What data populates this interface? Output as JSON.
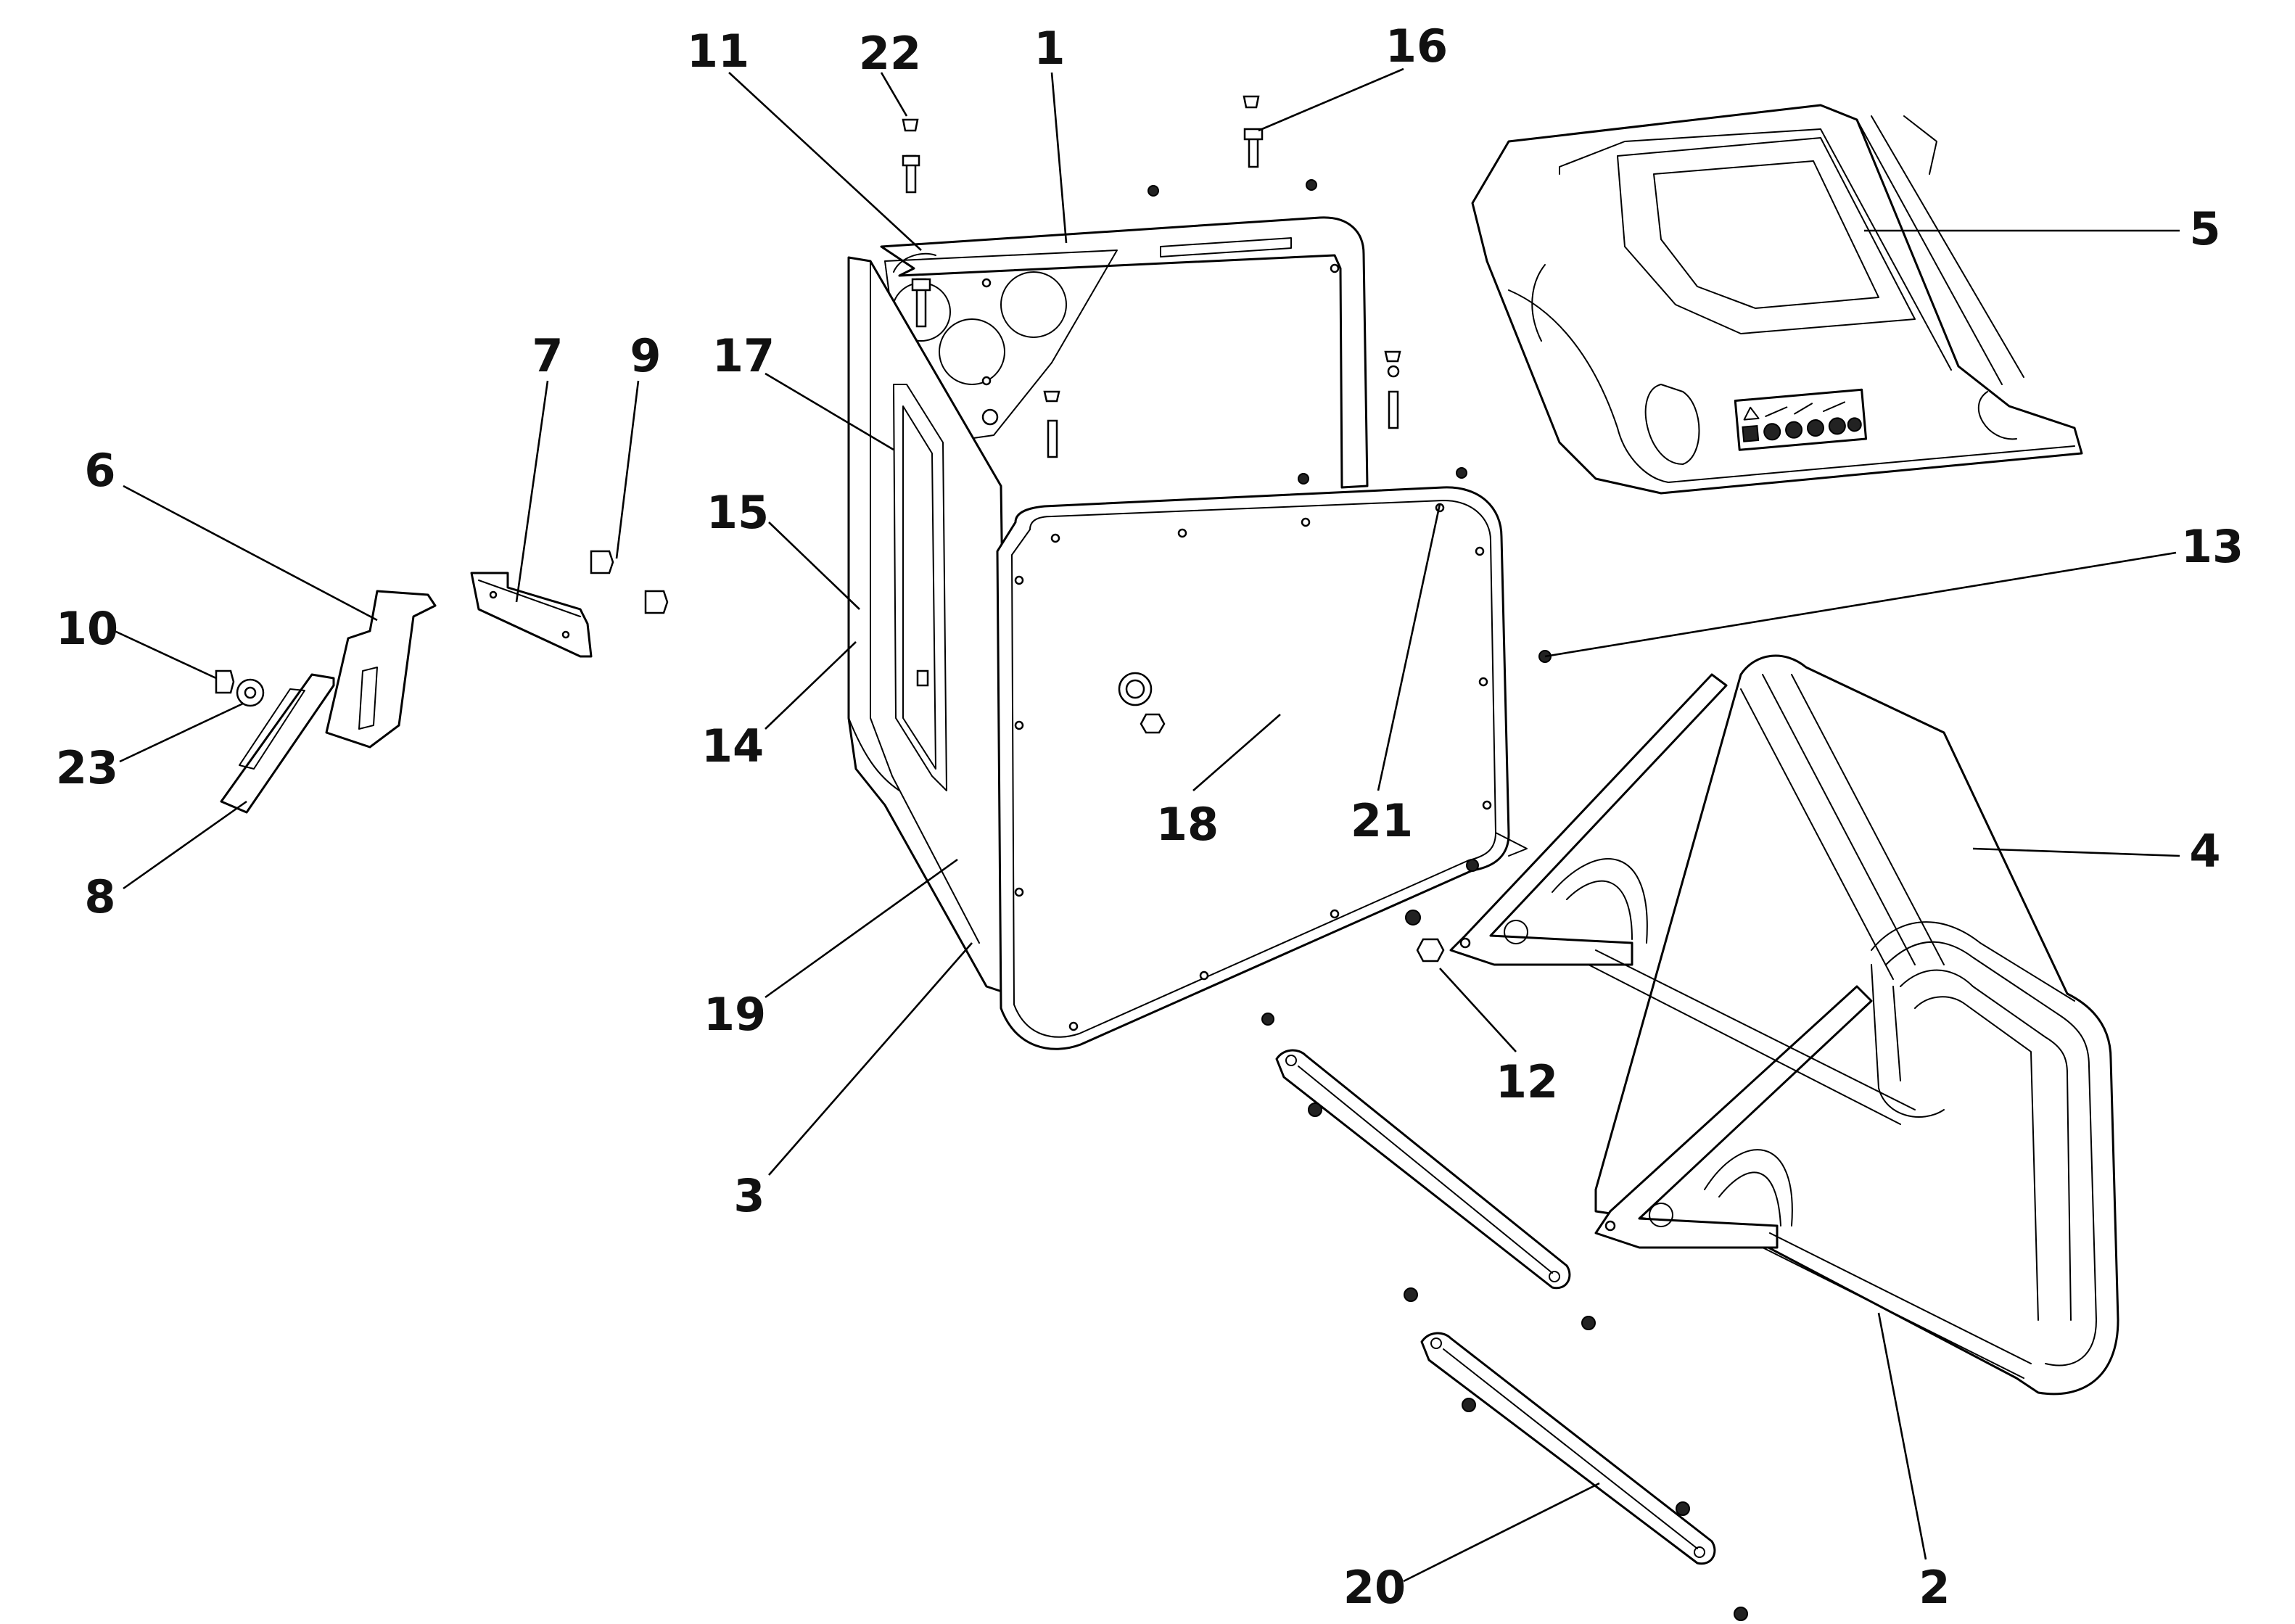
{
  "diagram": {
    "kind": "exploded-parts-view",
    "line_color": "#000000",
    "background": "#ffffff",
    "callouts": [
      {
        "id": "c1",
        "label": "1"
      },
      {
        "id": "c2",
        "label": "2"
      },
      {
        "id": "c3",
        "label": "3"
      },
      {
        "id": "c4",
        "label": "4"
      },
      {
        "id": "c5",
        "label": "5"
      },
      {
        "id": "c6",
        "label": "6"
      },
      {
        "id": "c7",
        "label": "7"
      },
      {
        "id": "c8",
        "label": "8"
      },
      {
        "id": "c9",
        "label": "9"
      },
      {
        "id": "c10",
        "label": "10"
      },
      {
        "id": "c11",
        "label": "11"
      },
      {
        "id": "c12",
        "label": "12"
      },
      {
        "id": "c13",
        "label": "13"
      },
      {
        "id": "c14",
        "label": "14"
      },
      {
        "id": "c15",
        "label": "15"
      },
      {
        "id": "c16",
        "label": "16"
      },
      {
        "id": "c17",
        "label": "17"
      },
      {
        "id": "c18",
        "label": "18"
      },
      {
        "id": "c19",
        "label": "19"
      },
      {
        "id": "c20",
        "label": "20"
      },
      {
        "id": "c21",
        "label": "21"
      },
      {
        "id": "c22",
        "label": "22"
      },
      {
        "id": "c23",
        "label": "23"
      }
    ]
  }
}
